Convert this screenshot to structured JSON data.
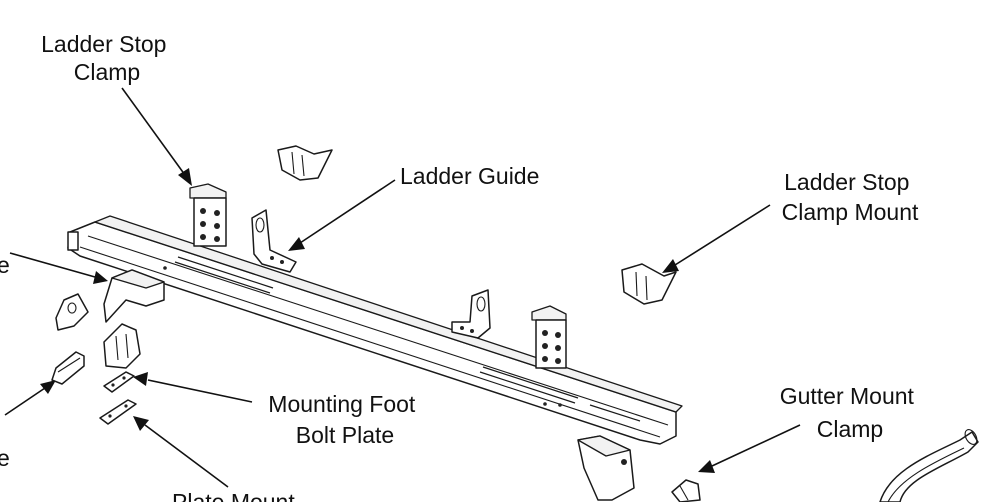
{
  "diagram": {
    "labels": {
      "ladder_stop_clamp": [
        "Ladder Stop",
        "Clamp"
      ],
      "ladder_guide": [
        "Ladder Guide"
      ],
      "ladder_stop_clamp_mount": [
        "Ladder Stop",
        "Clamp Mount"
      ],
      "mounting_foot_bolt_plate": [
        "Mounting Foot",
        "Bolt Plate"
      ],
      "gutter_mount_clamp": [
        "Gutter Mount",
        "Clamp"
      ],
      "plate_mount": [
        "Plate Mount"
      ],
      "left_partial_top": [
        "e"
      ],
      "left_partial_bottom": [
        "e"
      ]
    },
    "colors": {
      "ink": "#111111",
      "background": "#ffffff",
      "part_shade": "#f2f2f2"
    }
  }
}
